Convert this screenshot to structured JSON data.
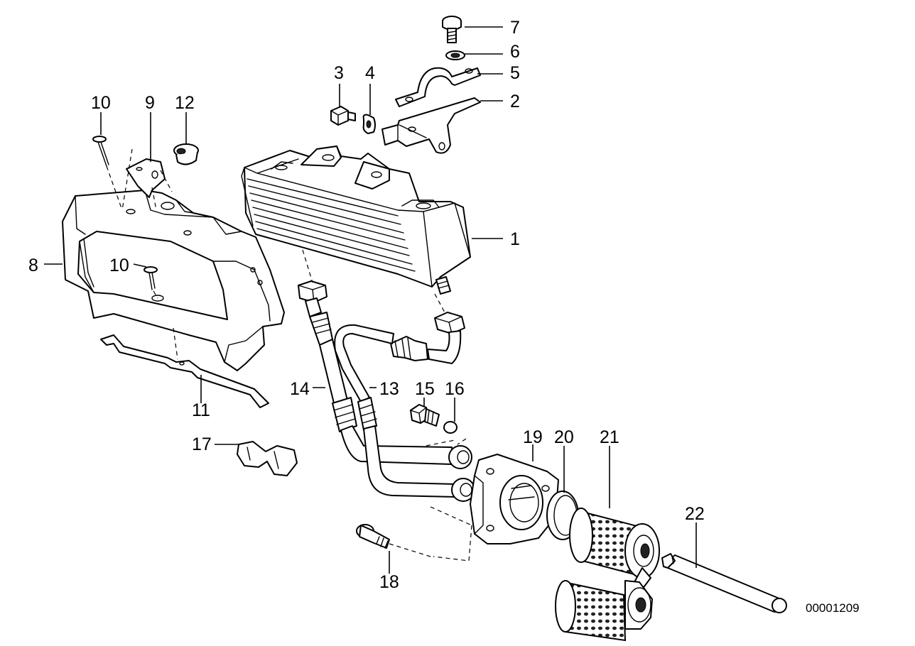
{
  "diagram": {
    "drawing_number": "00001209",
    "callouts": {
      "c1": "1",
      "c2": "2",
      "c3": "3",
      "c4": "4",
      "c5": "5",
      "c6": "6",
      "c7": "7",
      "c8": "8",
      "c9": "9",
      "c10a": "10",
      "c10b": "10",
      "c11": "11",
      "c12": "12",
      "c13": "13",
      "c14": "14",
      "c15": "15",
      "c16": "16",
      "c17": "17",
      "c18": "18",
      "c19": "19",
      "c20": "20",
      "c21": "21",
      "c22": "22"
    }
  }
}
